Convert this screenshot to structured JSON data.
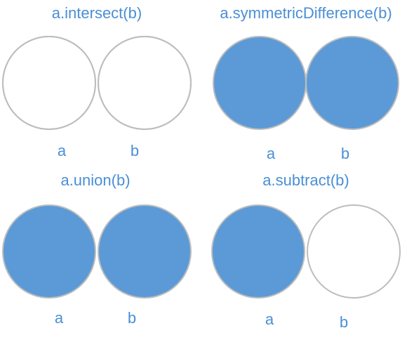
{
  "colors": {
    "fill": "#5b9ad6",
    "text": "#4a8fd6",
    "stroke": "#bdbdbd",
    "empty": "#ffffff"
  },
  "panels": [
    {
      "operation": "intersect",
      "title": "a.intersect(b)",
      "label_a": "a",
      "label_b": "b"
    },
    {
      "operation": "symmetricDifference",
      "title": "a.symmetricDifference(b)",
      "label_a": "a",
      "label_b": "b"
    },
    {
      "operation": "union",
      "title": "a.union(b)",
      "label_a": "a",
      "label_b": "b"
    },
    {
      "operation": "subtract",
      "title": "a.subtract(b)",
      "label_a": "a",
      "label_b": "b"
    }
  ]
}
